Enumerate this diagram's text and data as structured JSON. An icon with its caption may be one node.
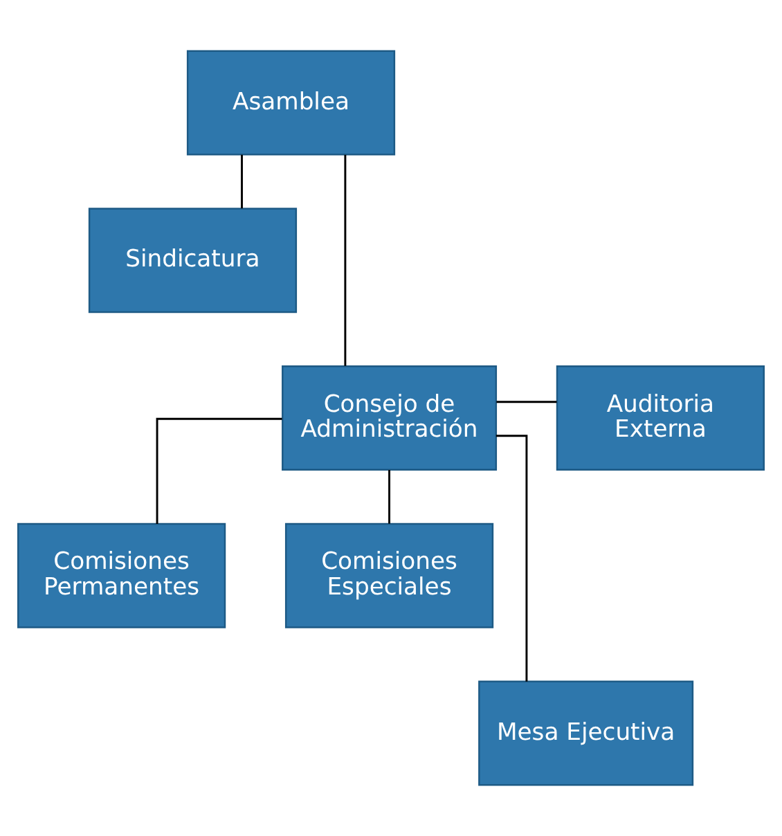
{
  "diagram": {
    "nodes": [
      {
        "text": [
          "Asamblea"
        ]
      },
      {
        "text": [
          "Sindicatura"
        ]
      },
      {
        "text": [
          "Consejo de Administración"
        ]
      },
      {
        "text": [
          "Auditoria Externa"
        ]
      },
      {
        "text": [
          "Comisiones Permanentes"
        ]
      },
      {
        "text": [
          "Comisiones Especiales"
        ]
      },
      {
        "text": [
          "Mesa Ejecutiva"
        ]
      }
    ],
    "edges": [
      {
        "from": 0,
        "to": 2,
        "arrow": "none"
      },
      {
        "from": 0,
        "to": 1,
        "arrow": "none"
      },
      {
        "from": 2,
        "to": 3,
        "arrow": "none"
      },
      {
        "from": 2,
        "to": 4,
        "arrow": "none"
      },
      {
        "from": 2,
        "to": 5,
        "arrow": "none"
      },
      {
        "from": 2,
        "to": 6,
        "arrow": "none"
      }
    ]
  }
}
